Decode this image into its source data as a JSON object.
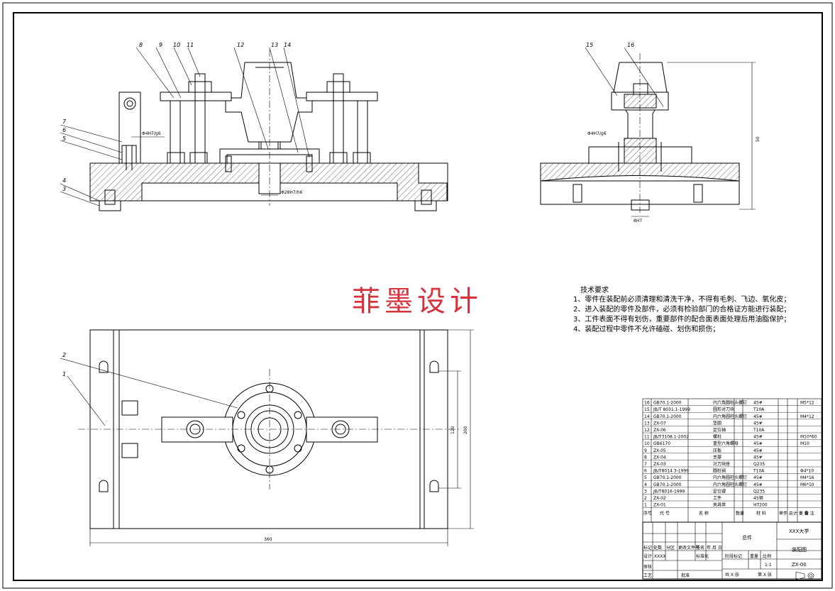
{
  "watermark": "菲墨设计",
  "front_view": {
    "callouts": [
      "8",
      "9",
      "10",
      "11",
      "12",
      "13",
      "14",
      "7",
      "6",
      "5",
      "4",
      "3"
    ],
    "dims": {
      "pin_fit": "Φ4H7/g6",
      "bore_fit": "Φ28H7/h6"
    }
  },
  "side_view": {
    "callouts": [
      "15",
      "16"
    ],
    "dims": {
      "pin_fit": "Φ4H7/g6",
      "height": "50",
      "key": "8H7"
    }
  },
  "top_view": {
    "callouts": [
      "2",
      "1"
    ],
    "dims": {
      "width": "360",
      "inner_height": "120",
      "outer_height": "200"
    }
  },
  "tech_requirements": {
    "title": "技术要求",
    "items": [
      "1、零件在装配前必须清理和清洗干净，不得有毛刺、飞边、氧化皮；",
      "2、进入装配的零件及部件，必须有检验部门的合格证方能进行装配；",
      "3、工件表面不得有划伤，重要部件的配合面表面处理后用油脂保护；",
      "4、装配过程中零件不允许磕碰、划伤和损伤；"
    ]
  },
  "bom": {
    "rows": [
      {
        "no": "16",
        "code": "GB70.1-2000",
        "name": "内六角圆柱头螺钉",
        "qty": "",
        "mat": "45#",
        "note": "M5*12"
      },
      {
        "no": "15",
        "code": "JB/T 8031.1-1999",
        "name": "圆形对刀块",
        "qty": "",
        "mat": "T10A",
        "note": ""
      },
      {
        "no": "14",
        "code": "GB70.1-2000",
        "name": "内六角圆柱头螺钉",
        "qty": "",
        "mat": "45#",
        "note": "M4*12"
      },
      {
        "no": "13",
        "code": "ZX-07",
        "name": "垫圈",
        "qty": "",
        "mat": "45#",
        "note": ""
      },
      {
        "no": "12",
        "code": "ZX-06",
        "name": "定位轴",
        "qty": "",
        "mat": "T10A",
        "note": ""
      },
      {
        "no": "11",
        "code": "JB/T3108.1-2002",
        "name": "螺柱",
        "qty": "",
        "mat": "45#",
        "note": "M10*60"
      },
      {
        "no": "10",
        "code": "GB6170",
        "name": "重型六角螺母",
        "qty": "",
        "mat": "45#",
        "note": "M10"
      },
      {
        "no": "9",
        "code": "ZX-05",
        "name": "压板",
        "qty": "",
        "mat": "45#",
        "note": ""
      },
      {
        "no": "8",
        "code": "ZX-04",
        "name": "支撑",
        "qty": "",
        "mat": "45#",
        "note": ""
      },
      {
        "no": "7",
        "code": "ZX-03",
        "name": "対刀块座",
        "qty": "",
        "mat": "Q235",
        "note": ""
      },
      {
        "no": "6",
        "code": "JB/T8014.3-1999",
        "name": "圆柱销",
        "qty": "",
        "mat": "T10A",
        "note": "Φ4*10"
      },
      {
        "no": "5",
        "code": "GB70.1-2000",
        "name": "内六角圆柱头螺钉",
        "qty": "",
        "mat": "45#",
        "note": "M4*16"
      },
      {
        "no": "4",
        "code": "GB70.1-2000",
        "name": "内六角圆柱头螺钉",
        "qty": "",
        "mat": "45#",
        "note": "M6*10"
      },
      {
        "no": "3",
        "code": "JB/T8016-1999",
        "name": "定位键",
        "qty": "",
        "mat": "Q235",
        "note": ""
      },
      {
        "no": "2",
        "code": "ZX-02",
        "name": "工件",
        "qty": "",
        "mat": "45钢",
        "note": ""
      },
      {
        "no": "1",
        "code": "ZX-01",
        "name": "夹具体",
        "qty": "",
        "mat": "HT200",
        "note": ""
      }
    ],
    "header": {
      "no": "序号",
      "code": "代 号",
      "name": "名 称",
      "qty": "数量",
      "mat": "材 料",
      "weight": "单件 总计 重 量",
      "note": "备 注"
    }
  },
  "title_block": {
    "school": "XXX大学",
    "assembly": "总件",
    "drawing_name": "装配图",
    "drawing_no": "ZX-00",
    "scale_label": "比例",
    "scale": "1:1",
    "weight_label": "重量",
    "stage_label": "阶段标记",
    "sheets_total": "共 X 张",
    "sheet_no": "第 X 张",
    "row_labels": [
      "标记",
      "设计",
      "审核",
      "工艺"
    ],
    "col_labels": [
      "处数",
      "分区",
      "更改文件号",
      "签名",
      "年.月.日"
    ],
    "designer": "XXXX",
    "std_label": "标准化",
    "approve_label": "批准"
  }
}
